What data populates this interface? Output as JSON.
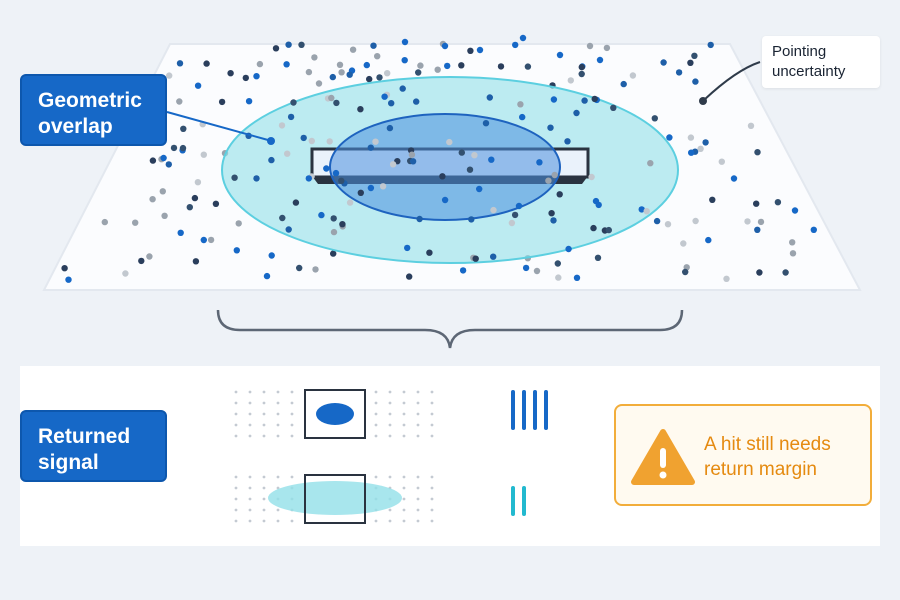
{
  "labels": {
    "geometric_overlap": "Geometric\noverlap",
    "returned_signal": "Returned\nsignal",
    "pointing_uncertainty": "Pointing\nuncertainty",
    "warning": "A hit still needs\nreturn margin"
  },
  "icons": {
    "warning": "warning-triangle-icon"
  },
  "colors": {
    "label_blue": "#1668c7",
    "target_bar_blue": "#6aaee8",
    "uncertainty_cyan": "#92e0e8",
    "overlap_blue": "#4a8fde",
    "warning_orange": "#f0a230",
    "strong_signal": "#1668c7",
    "weak_signal": "#22b9cf"
  }
}
